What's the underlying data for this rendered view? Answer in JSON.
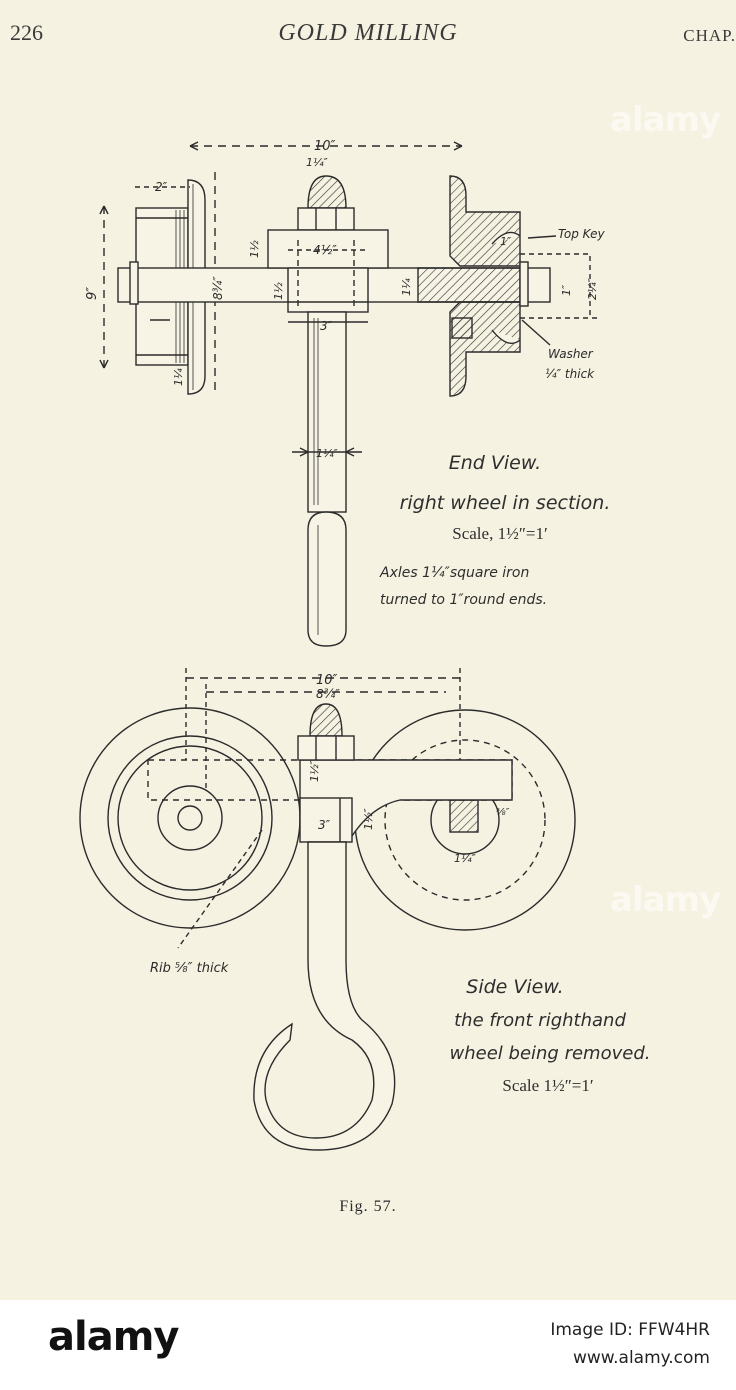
{
  "header": {
    "page_number": "226",
    "title": "GOLD MILLING",
    "chapter": "CHAP."
  },
  "end_view": {
    "title": "End View.",
    "subtitle": "right wheel in section.",
    "scale": "Scale, 1½″=1′",
    "note_line1": "Axles 1¼″square iron",
    "note_line2": "turned to 1″round ends.",
    "dims": {
      "width_total": "10″",
      "nut": "1¼″",
      "hub_width": "2″",
      "wheel_dia": "9″",
      "hub_bore": "8¾″",
      "block_h": "1½″",
      "block_w": "4½″",
      "bar_h": "1½″",
      "bar_w": "3″",
      "axle_sq": "1¼″",
      "key": "1″",
      "key2": "1″",
      "right_h": "2¼″",
      "flange": "1¼″",
      "shank": "1¼″",
      "top_key": "Top Key",
      "washer": "Washer",
      "washer_thick": "¼″ thick"
    }
  },
  "side_view": {
    "title": "Side View.",
    "subtitle_line1": "the front righthand",
    "subtitle_line2": "wheel being removed.",
    "scale": "Scale 1½″=1′",
    "rib_note": "Rib ⅝″ thick",
    "dims": {
      "width_total": "10″",
      "inner": "8¾″",
      "block_h": "1½″",
      "bar_w": "3″",
      "bar_h": "1½″",
      "sq": "⅝″",
      "sq_w": "1¼″"
    }
  },
  "figure_label": "Fig. 57.",
  "footer": {
    "brand": "alamy",
    "stock_id": "Image ID: FFW4HR",
    "url": "www.alamy.com",
    "watermark": "alamy"
  }
}
